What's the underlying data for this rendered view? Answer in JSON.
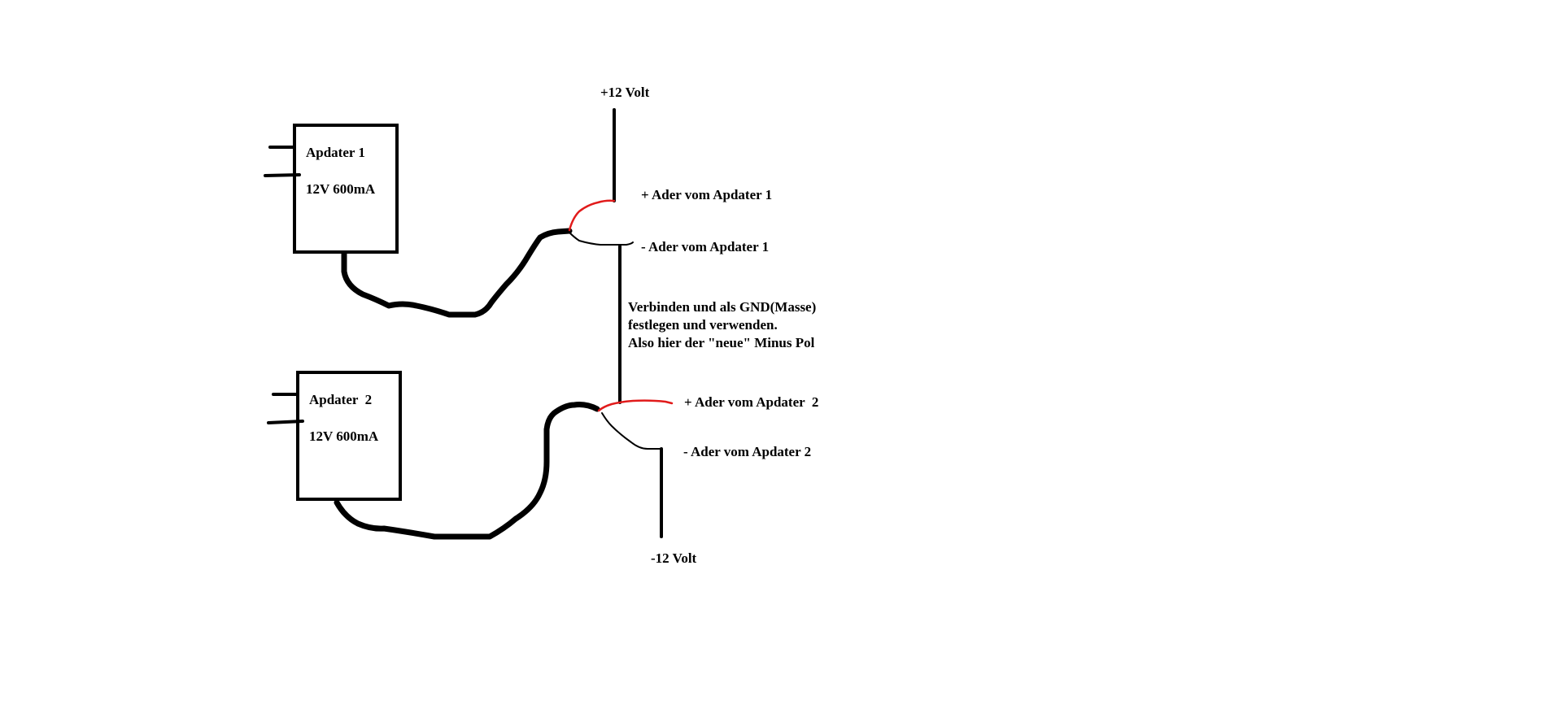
{
  "labels": {
    "plus_volt": "+12 Volt",
    "minus_volt": "-12 Volt",
    "adapter1_name": "Apdater 1",
    "adapter1_rating": "12V 600mA",
    "adapter2_name": "Apdater  2",
    "adapter2_rating": "12V 600mA",
    "plus_wire_1": "+ Ader vom Apdater 1",
    "minus_wire_1": "- Ader vom Apdater 1",
    "plus_wire_2": "+ Ader vom Apdater  2",
    "minus_wire_2": "- Ader vom Apdater 2",
    "note_line_1": "Verbinden und als GND(Masse)",
    "note_line_2": "festlegen und verwenden.",
    "note_line_3": "Also hier der \"neue\" Minus Pol"
  },
  "colors": {
    "positive_wire": "#e11b1b",
    "negative_wire": "#000000",
    "background": "#ffffff"
  }
}
